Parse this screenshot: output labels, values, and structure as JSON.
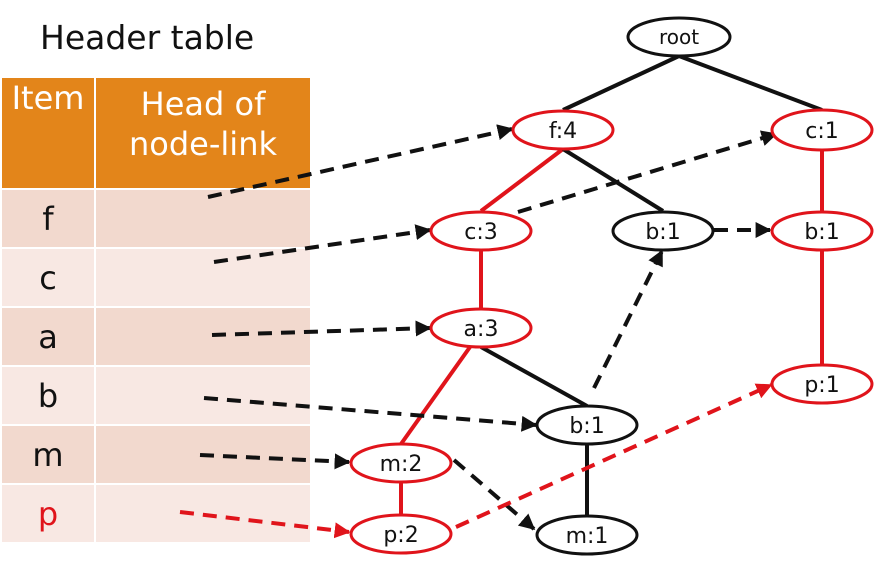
{
  "header_title": "Header table",
  "table": {
    "col_item": "Item",
    "col_head_line1": "Head of",
    "col_head_line2": "node-link",
    "rows": [
      "f",
      "c",
      "a",
      "b",
      "m",
      "p"
    ]
  },
  "nodes": {
    "root": "root",
    "f4": "f:4",
    "c1_right": "c:1",
    "c3": "c:3",
    "b1_mid": "b:1",
    "b1_right": "b:1",
    "a3": "a:3",
    "p1_right": "p:1",
    "b1_low": "b:1",
    "m2": "m:2",
    "p2": "p:2",
    "m1": "m:1"
  },
  "colors": {
    "header_orange": "#E3851A",
    "row_dark": "#F2D9CE",
    "row_light": "#F8E8E3",
    "highlight_red": "#e0141b",
    "edge_black": "#111111"
  }
}
